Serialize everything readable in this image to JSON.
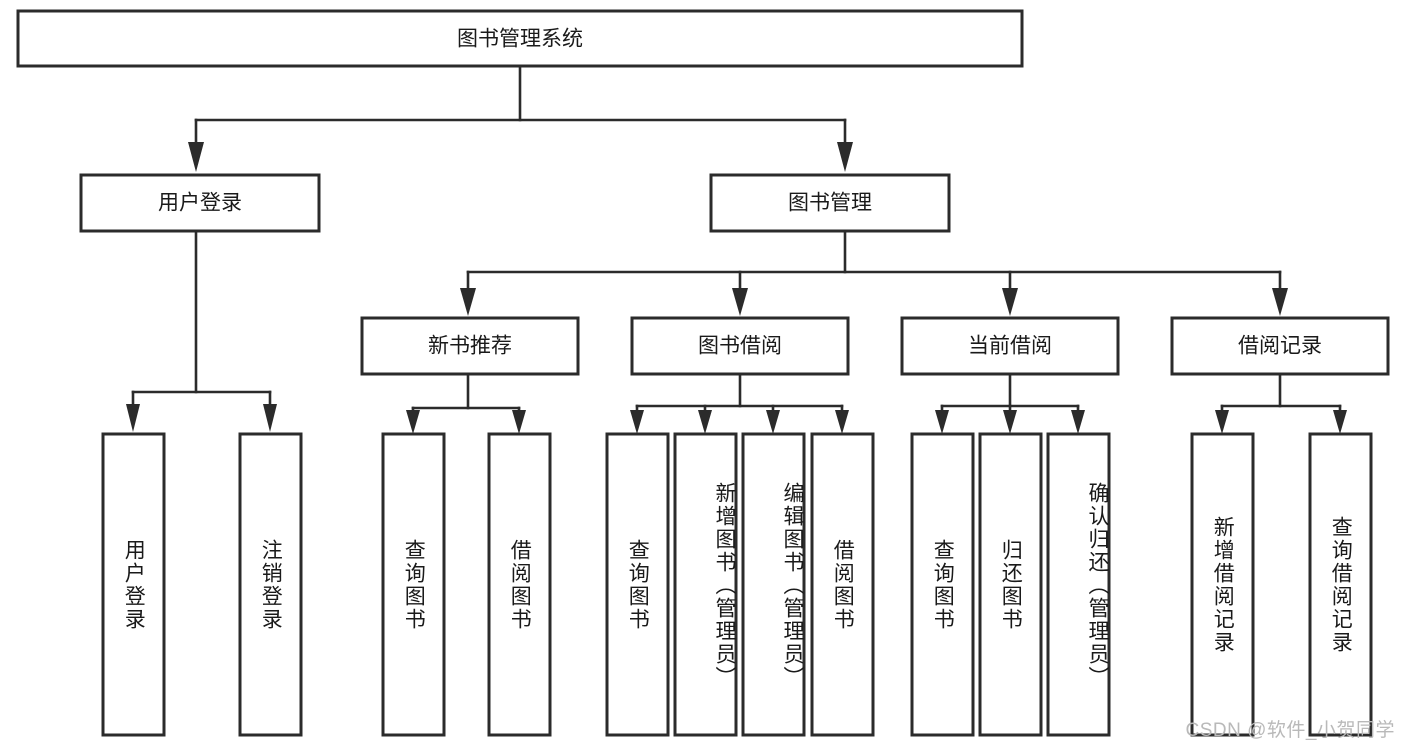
{
  "diagram": {
    "title": "图书管理系统",
    "type": "tree-hierarchy",
    "root": {
      "id": "root",
      "label": "图书管理系统",
      "level": 0
    },
    "level1": [
      {
        "id": "user-login",
        "label": "用户登录"
      },
      {
        "id": "book-manage",
        "label": "图书管理"
      }
    ],
    "level2": [
      {
        "id": "new-book-rec",
        "label": "新书推荐",
        "parent": "book-manage"
      },
      {
        "id": "book-borrow",
        "label": "图书借阅",
        "parent": "book-manage"
      },
      {
        "id": "current-borrow",
        "label": "当前借阅",
        "parent": "book-manage"
      },
      {
        "id": "borrow-record",
        "label": "借阅记录",
        "parent": "book-manage"
      }
    ],
    "leaves": [
      {
        "id": "leaf-user-login",
        "label": "用户登录",
        "parent": "user-login"
      },
      {
        "id": "leaf-logout",
        "label": "注销登录",
        "parent": "user-login"
      },
      {
        "id": "leaf-query-book-1",
        "label": "查询图书",
        "parent": "new-book-rec"
      },
      {
        "id": "leaf-borrow-book-1",
        "label": "借阅图书",
        "parent": "new-book-rec"
      },
      {
        "id": "leaf-query-book-2",
        "label": "查询图书",
        "parent": "book-borrow"
      },
      {
        "id": "leaf-add-book",
        "label": "新增图书（管理员）",
        "parent": "book-borrow"
      },
      {
        "id": "leaf-edit-book",
        "label": "编辑图书（管理员）",
        "parent": "book-borrow"
      },
      {
        "id": "leaf-borrow-book-2",
        "label": "借阅图书",
        "parent": "book-borrow"
      },
      {
        "id": "leaf-query-book-3",
        "label": "查询图书",
        "parent": "current-borrow"
      },
      {
        "id": "leaf-return-book",
        "label": "归还图书",
        "parent": "current-borrow"
      },
      {
        "id": "leaf-confirm-return",
        "label": "确认归还（管理员）",
        "parent": "current-borrow"
      },
      {
        "id": "leaf-add-record",
        "label": "新增借阅记录",
        "parent": "borrow-record"
      },
      {
        "id": "leaf-query-record",
        "label": "查询借阅记录",
        "parent": "borrow-record"
      }
    ]
  },
  "colors": {
    "node_border": "#2b2b2b",
    "node_fill": "#ffffff",
    "connector": "#2b2b2b",
    "text": "#1a1a1a",
    "watermark": "#b9b9b9",
    "background": "#ffffff"
  },
  "watermark": {
    "text": "CSDN @软件_小贺同学"
  }
}
